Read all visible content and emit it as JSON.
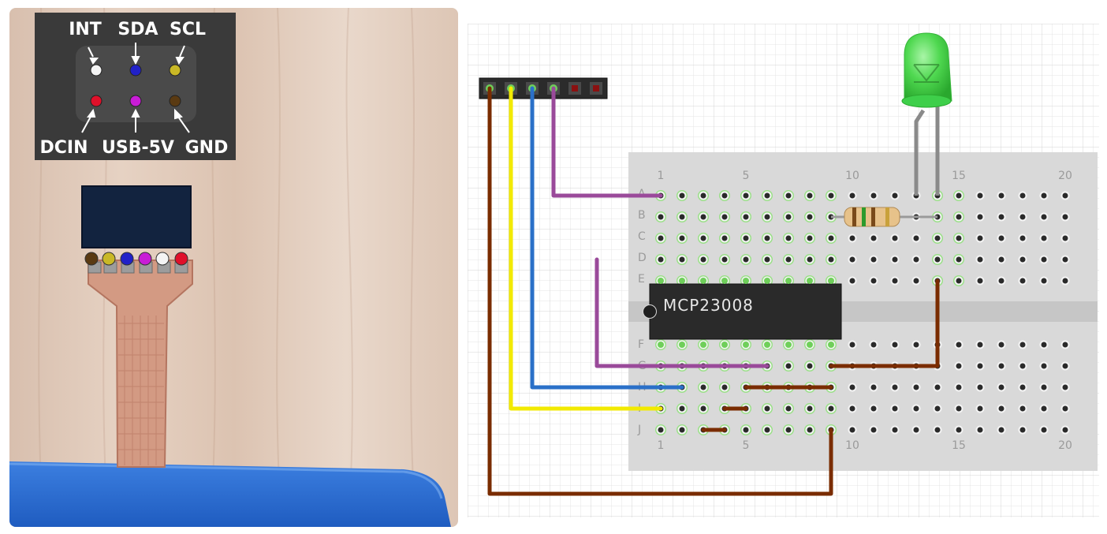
{
  "photo": {
    "pin_legend": {
      "top_labels": [
        "INT",
        "SDA",
        "SCL"
      ],
      "bottom_labels": [
        "DCIN",
        "USB-5V",
        "GND"
      ]
    },
    "pad_colors": [
      "#5a3a12",
      "#c9b826",
      "#2121c8",
      "#c81cd6",
      "#f4f4f4",
      "#e0102a"
    ]
  },
  "legend_colors": {
    "INT": "#f4f4f4",
    "SDA": "#2121c8",
    "SCL": "#c9b826",
    "DCIN": "#e0102a",
    "USB-5V": "#c81cd6",
    "GND": "#5a3a12"
  },
  "breadboard": {
    "chip_label": "MCP23008",
    "column_numbers": [
      "1",
      "5",
      "10",
      "15",
      "20"
    ],
    "rows_top": [
      "A",
      "B",
      "C",
      "D",
      "E"
    ],
    "rows_bottom": [
      "F",
      "G",
      "H",
      "I",
      "J"
    ]
  },
  "wire_colors": {
    "gnd": "#7a2c00",
    "scl": "#f2ea00",
    "sda": "#2a70c8",
    "int": "#9a4a9a",
    "lead": "#8a8a8a"
  },
  "led_color": "#3ecf4a"
}
